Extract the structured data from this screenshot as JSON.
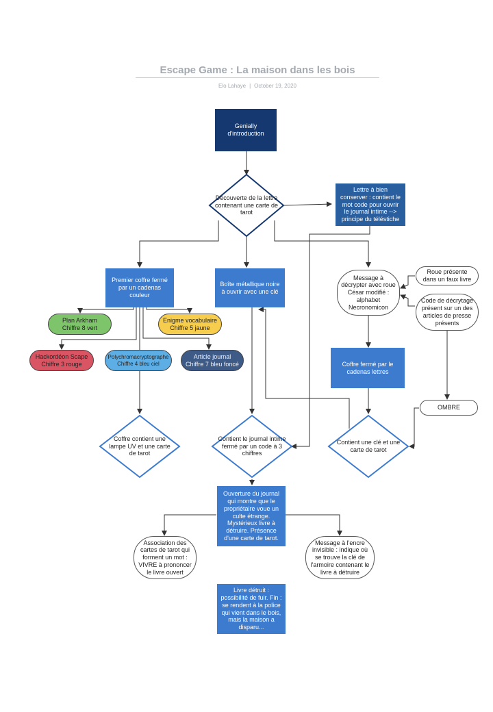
{
  "header": {
    "title": "Escape Game : La maison dans les bois",
    "author": "Elo Lahaye",
    "date": "October 19, 2020"
  },
  "colors": {
    "navy": "#14386f",
    "blue": "#3d7bce",
    "diamond_stroke": "#3d7bce",
    "green": "#7ec46a",
    "yellow": "#f7cd4d",
    "red": "#d95563",
    "light_blue": "#5eaee6",
    "slate": "#3e5a86",
    "connector": "#333333"
  },
  "nodes": {
    "intro": "Genially\nd'introduction",
    "decouverte": "Découverte\nde la lettre\ncontenant une carte\nde tarot",
    "lettre": "Lettre à bien\nconserver : contient le\nmot code pour ouvrir\nle journal intime -->\nprincipe du téléstiche",
    "premier_coffre": "Premier coffre fermé\npar un cadenas\ncouleur",
    "boite": "Boîte métallique noire\nà ouvrir avec une clé",
    "message_decrypter": "Message à\ndécrypter avec roue\nCésar modifié :\nalphabet\nNecronomicon",
    "roue": "Roue présente\ndans un faux livre",
    "code_decryptage": "Code de décrytage\nprésent sur un des\narticles de presse\nprésents",
    "plan_arkham": "Plan Arkham\nChiffre 8 vert",
    "enigme_vocabulaire": "Enigme vocabulaire\nChiffre 5 jaune",
    "hackordeon": "Hackordéon Scape\nChiffre 3 rouge",
    "polychroma": "Polychromacryptographe\nChiffre 4 bleu ciel",
    "article_journal": "Article journal\nChiffre 7 bleu foncé",
    "coffre_lettres": "Coffre fermé par le\ncadenas lettres",
    "ombre": "OMBRE",
    "coffre_lampe": "Coffre contient\nune lampe UV et une\ncarte de tarot",
    "journal_intime": "Contient le\njournal intime fermé\npar un code à 3\nchiffres",
    "cle_tarot": "Contient une clé et\nune carte de tarot",
    "ouverture_journal": "Ouverture du journal\nqui montre que le\npropriétaire voue un\nculte étrange.\nMystérieux livre à\ndétruire. Présence\nd'une carte de tarot.",
    "association": "Association des\ncartes de tarot qui\nforment un mot :\nVIVRE à prononcer\nle livre ouvert",
    "message_encre": "Message à l'encre\ninvisible : indique où\nse trouve la clé de\nl'armoire contenant le\nlivre à détruire",
    "livre_detruit": "Livre détruit :\npossibilité de fuir. Fin :\nse rendent à la police\nqui vient dans le bois,\nmais la maison a\ndisparu..."
  }
}
